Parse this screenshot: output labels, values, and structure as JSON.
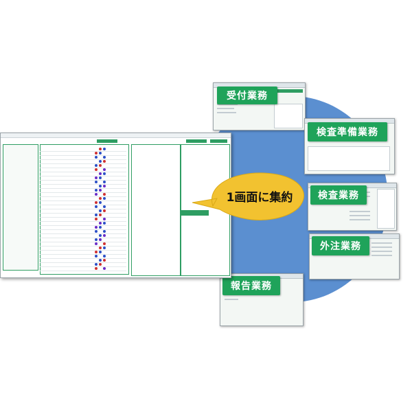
{
  "central_label": "1画面に集約",
  "tasks": {
    "reception": "受付業務",
    "prep": "検査準備業務",
    "inspection": "検査業務",
    "outsourcing": "外注業務",
    "report": "報告業務"
  },
  "colors": {
    "label_green": "#1fa35a",
    "circle_blue": "#5b8fd0",
    "bubble_yellow": "#f2c230"
  }
}
